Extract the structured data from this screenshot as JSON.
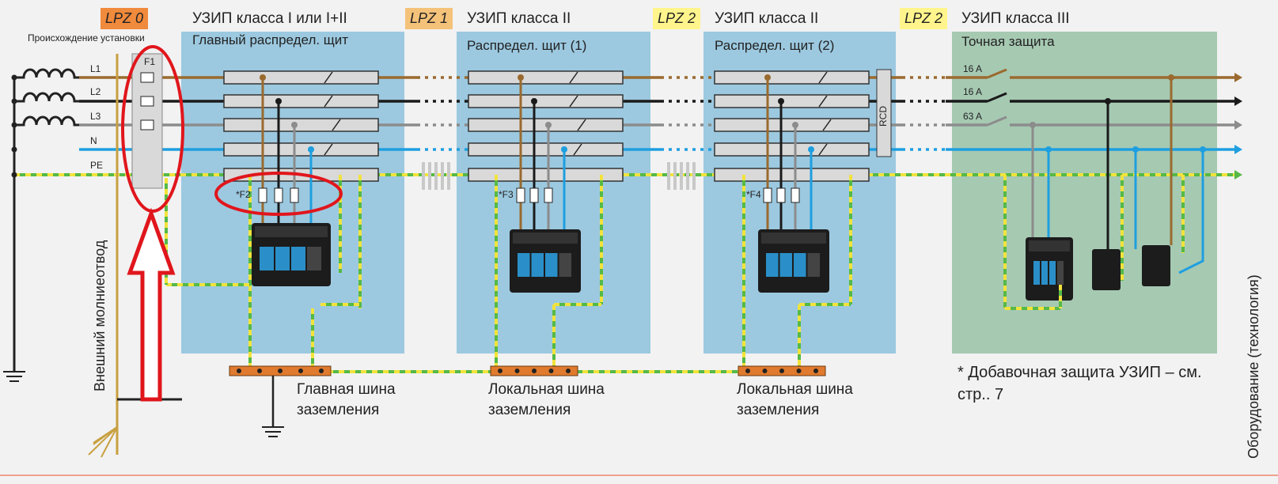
{
  "lpz_tags": [
    {
      "label": "LPZ 0",
      "color": "#f08a3c"
    },
    {
      "label": "LPZ 1",
      "color": "#f5c27a"
    },
    {
      "label": "LPZ 2",
      "color": "#fff58c"
    },
    {
      "label": "LPZ 2",
      "color": "#fff58c"
    }
  ],
  "zones": [
    {
      "title": "УЗИП класса I или I+II",
      "subtitle": "Главный распредел. щит",
      "fuse": "*F2"
    },
    {
      "title": "УЗИП класса II",
      "subtitle": "Распредел. щит (1)",
      "fuse": "*F3"
    },
    {
      "title": "УЗИП класса II",
      "subtitle": "Распредел. щит (2)",
      "fuse": "*F4"
    },
    {
      "title": "УЗИП класса III",
      "subtitle": "Точная защита"
    }
  ],
  "origin_label": "Происхождение установки",
  "conductors": [
    "L1",
    "L2",
    "L3",
    "N",
    "PE"
  ],
  "main_fuse": "F1",
  "rcd": "RCD",
  "breakers": [
    "16 A",
    "16 A",
    "63 A"
  ],
  "busbars": [
    {
      "label": "Главная шина заземления"
    },
    {
      "label": "Локальная шина заземления"
    },
    {
      "label": "Локальная шина заземления"
    }
  ],
  "lightning_label": "Внешний молниеотвод",
  "equipment_label": "Оборудование (технология)",
  "footnote": "* Добавочная защита УЗИП – см. стр.. 7",
  "colors": {
    "L1": "#9a6a2e",
    "L2": "#1a1a1a",
    "L3": "#8c8c8c",
    "N": "#1e9fe0",
    "PE_green": "#56b947",
    "PE_yellow": "#f2e33c",
    "zone_blue": "#9cc9e0",
    "zone_green": "#a6c9b2",
    "highlight_red": "#e0161c",
    "busbar": "#e07a2e"
  }
}
